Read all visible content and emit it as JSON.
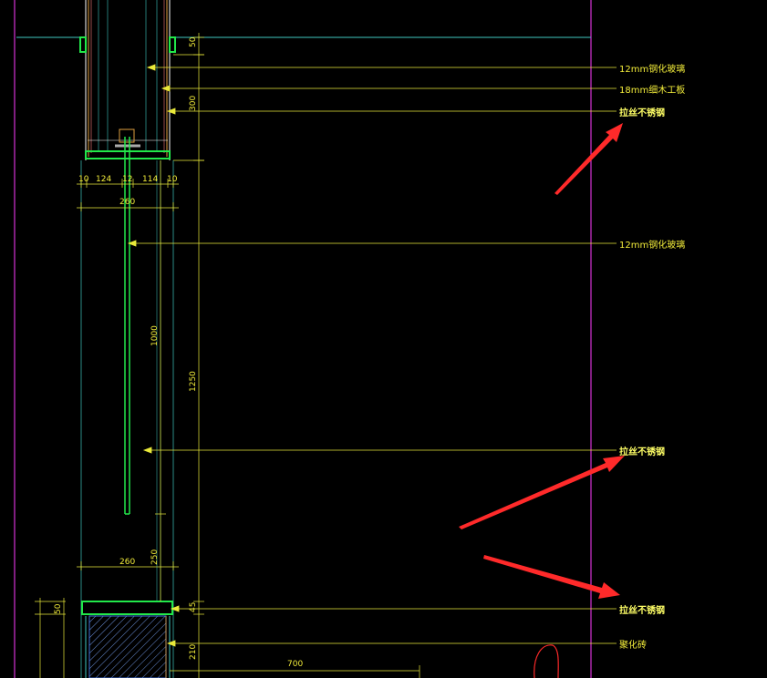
{
  "colors": {
    "background": "#000000",
    "leader": "#e9e93a",
    "annotation_text": "#f2ec3a",
    "glass": "#22e84a",
    "frame_line": "#3fc7c0",
    "border_line": "#ff3dff",
    "arrow_highlight": "#ff2a2a"
  },
  "annotations": {
    "top_glass": "12mm钢化玻璃",
    "wood_board": "18mm细木工板",
    "steel_1": "拉丝不锈钢",
    "mid_glass": "12mm钢化玻璃",
    "steel_2": "拉丝不锈钢",
    "steel_3": "拉丝不锈钢",
    "bottom_material": "聚化砖"
  },
  "dimensions": {
    "d_50_top": "50",
    "d_300": "300",
    "d_10_left": "10",
    "d_124": "124",
    "d_12": "12",
    "d_114": "114",
    "d_10_right": "10",
    "d_260_top": "260",
    "d_1000": "1000",
    "d_1250": "1250",
    "d_260_bottom": "260",
    "d_250": "250",
    "d_50_left": "50",
    "d_45": "45",
    "d_210": "210",
    "d_700": "700"
  }
}
